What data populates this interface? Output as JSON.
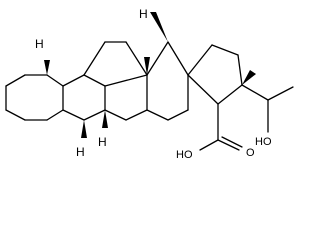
{
  "molecule": {
    "atom_labels": {
      "h_ring_a": "H",
      "h_ring_b": "H",
      "h_ring_c": "H",
      "h_ring_d": "H",
      "carboxyl_o": "O",
      "carboxyl_oh": "HO",
      "hydroxyl_oh": "HO"
    }
  },
  "colors": {
    "bond": "#000000",
    "background": "#ffffff"
  }
}
